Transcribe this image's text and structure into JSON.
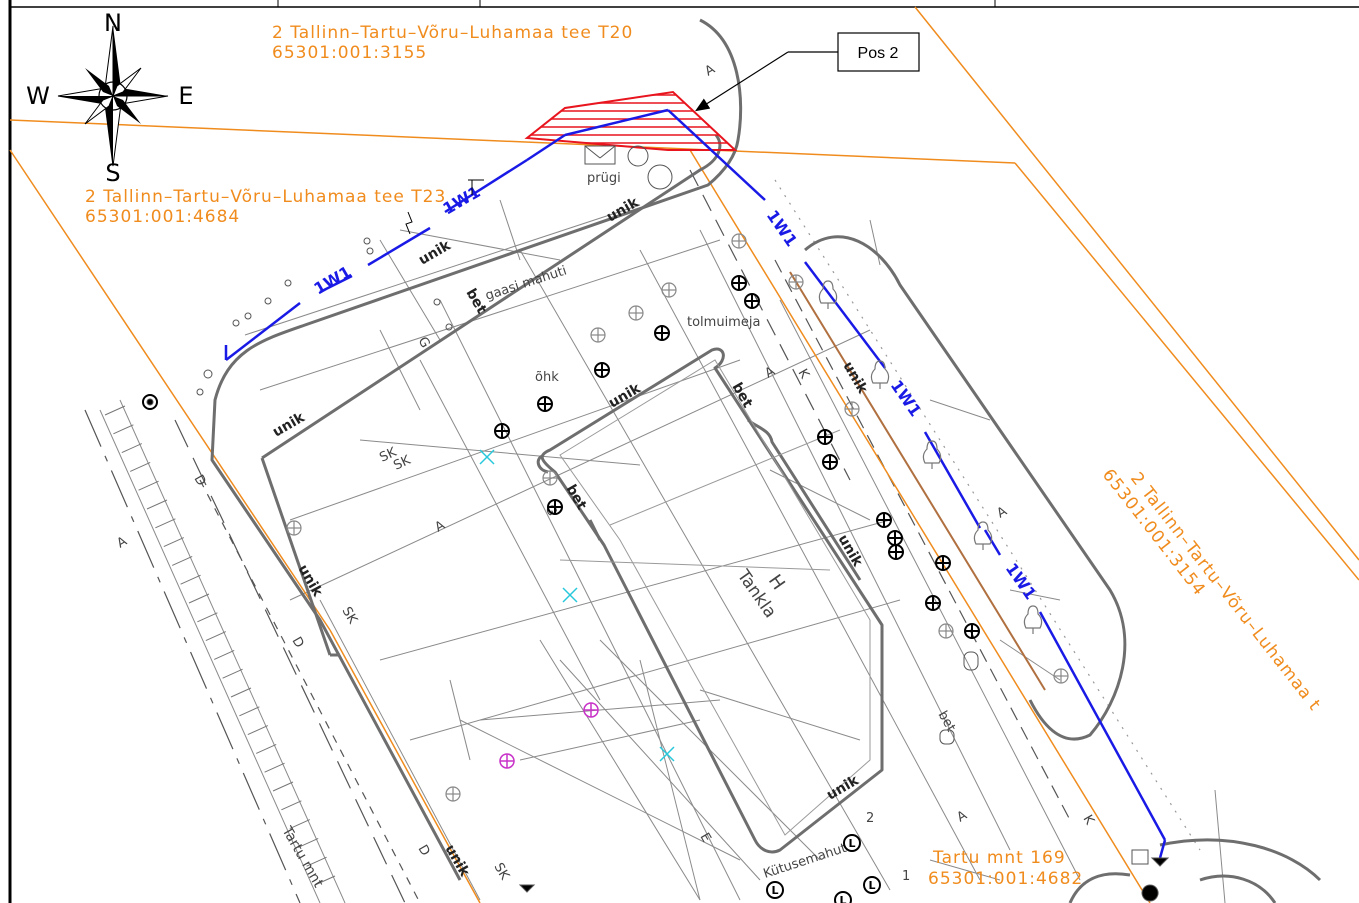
{
  "compass": {
    "north": "N",
    "south": "S",
    "east": "E",
    "west": "W"
  },
  "callout": {
    "label": "Pos 2"
  },
  "parcels": [
    {
      "name": "2 Tallinn–Tartu–Võru–Luhamaa tee T20",
      "code": "65301:001:3155"
    },
    {
      "name": "2 Tallinn–Tartu–Võru–Luhamaa tee T23",
      "code": "65301:001:4684"
    },
    {
      "name": "2 Tallinn–Tartu–Võru–Luhamaa t",
      "code": "65301:001:3154"
    },
    {
      "name": "Tartu mnt 169",
      "code": "65301:001:4682"
    }
  ],
  "labels": {
    "prugi": "prügi",
    "gaasi_mahuti": "gaasi mahuti",
    "tolmuimeja": "tolmuimeja",
    "ohk": "õhk",
    "kutusemahuti": "Kütusemahuti",
    "tartu_mnt": "Tartu mnt",
    "tankla_h": "H",
    "tankla": "Tankla",
    "unik": "unik",
    "bet": "bet",
    "A": "A",
    "K": "K",
    "G": "G",
    "SK": "SK",
    "D": "D",
    "L": "L",
    "E": "E",
    "num2": "2",
    "num1": "1"
  },
  "pipe_label": "1W1",
  "colors": {
    "parcel_line": "#f08c1e",
    "pipe": "#1a1ae6",
    "hatch": "#e8141e",
    "curb": "#6e6e6e",
    "marker_cyan": "#28c8dc",
    "marker_magenta": "#c832c8"
  }
}
